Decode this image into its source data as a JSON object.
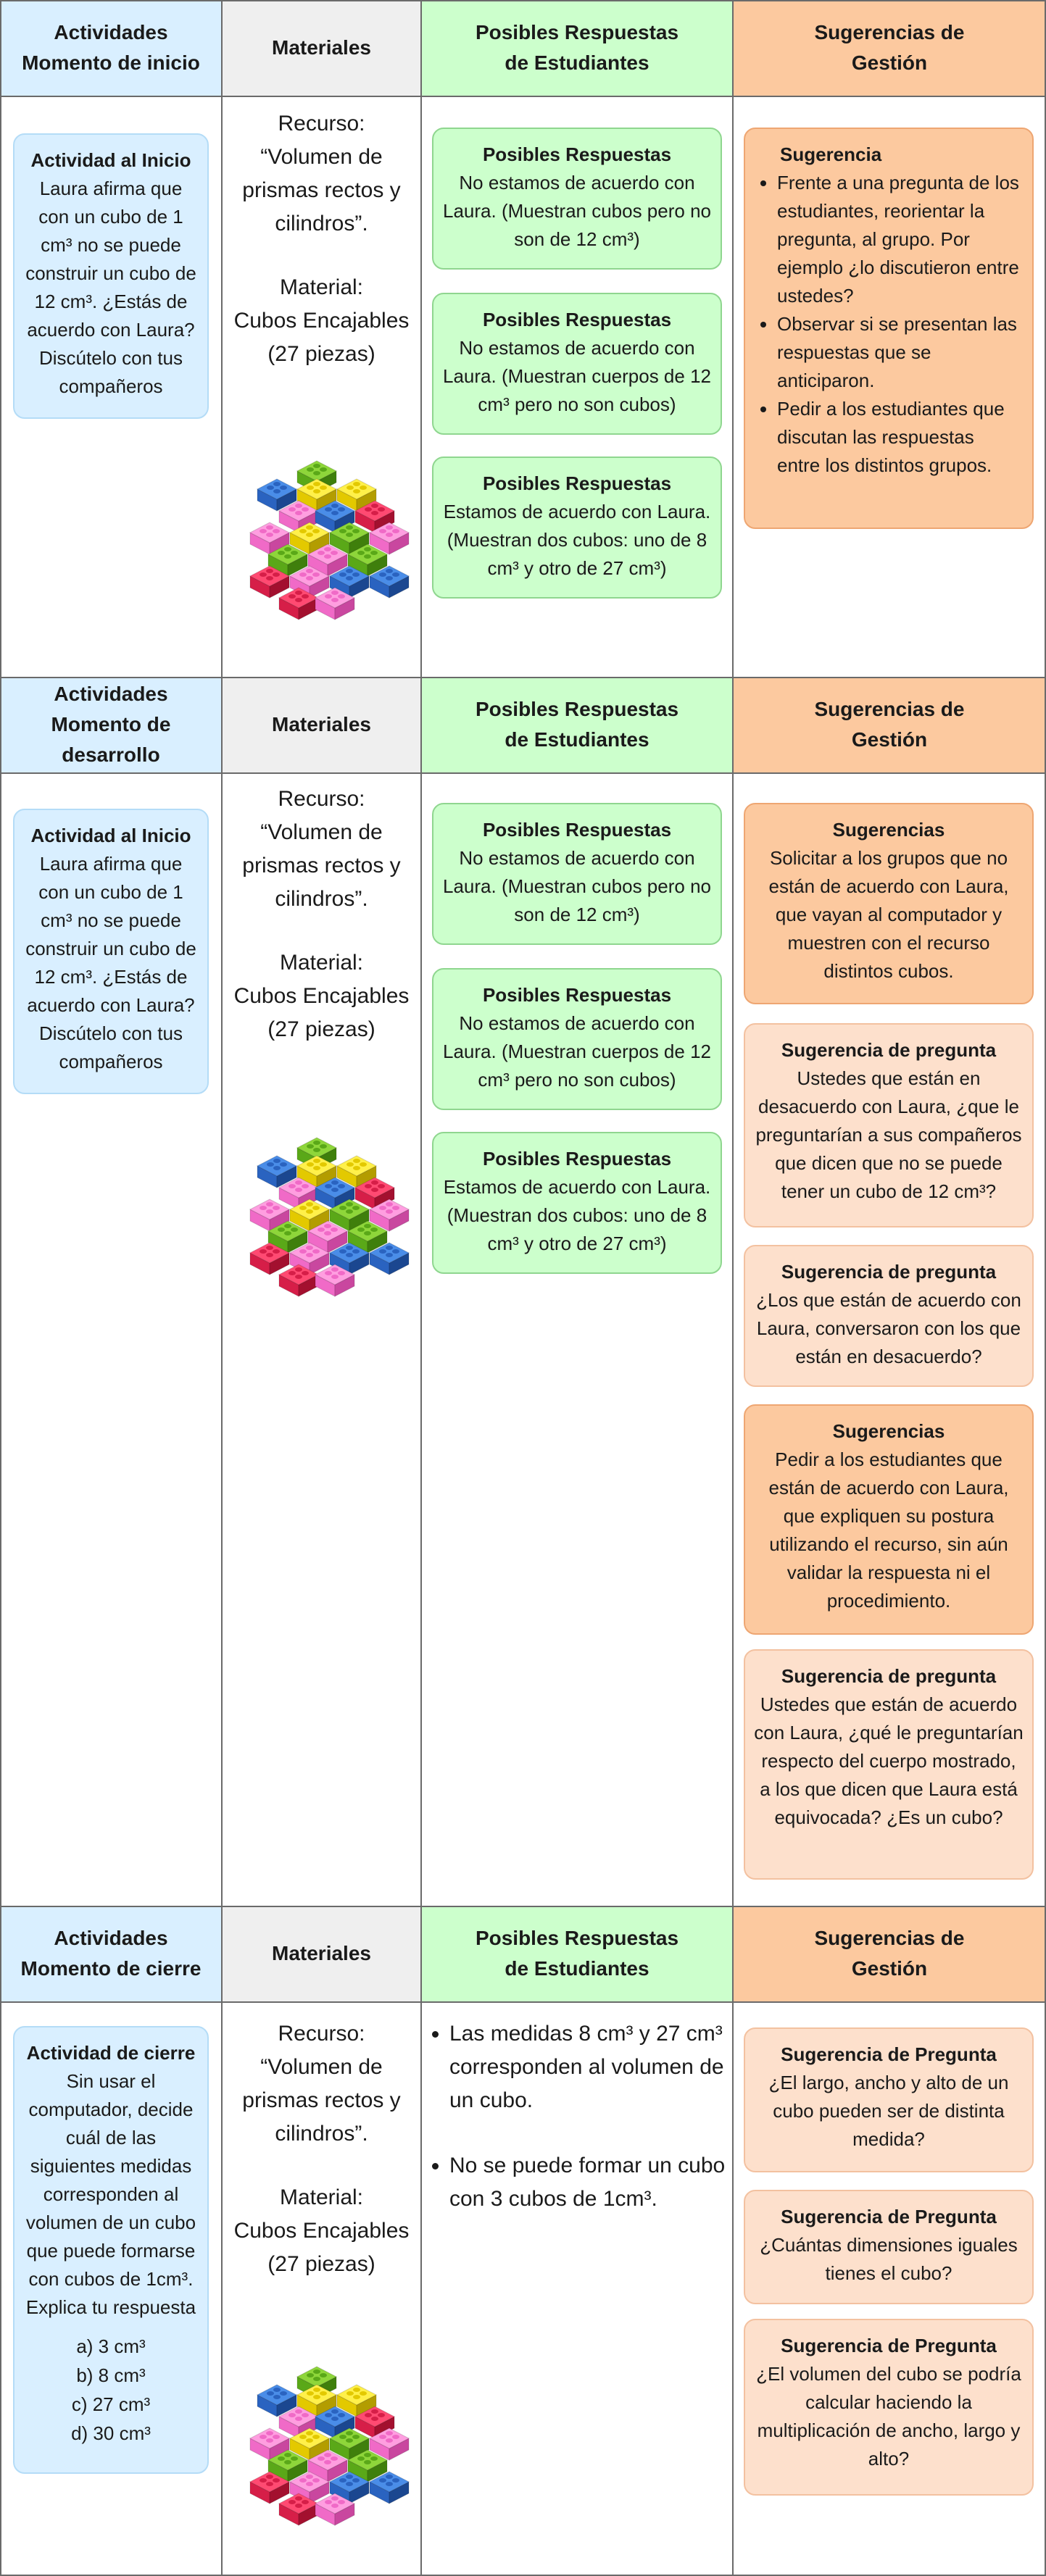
{
  "headers": {
    "inicio": "Actividades\nMomento de inicio",
    "desarrollo": "Actividades\nMomento de desarrollo",
    "cierre": "Actividades\nMomento de cierre",
    "materiales": "Materiales",
    "respuestas": "Posibles Respuestas de Estudiantes",
    "gestion": "Sugerencias de Gestión"
  },
  "inicio": {
    "actividad_title": "Actividad al Inicio",
    "actividad_text": "Laura afirma que con un cubo de 1 cm³ no se puede construir un cubo de 12 cm³. ¿Estás de acuerdo con Laura? Discútelo con tus compañeros",
    "respuestas": [
      {
        "title": "Posibles Respuestas",
        "text": "No estamos de acuerdo con Laura. (Muestran cubos pero no son de 12 cm³)"
      },
      {
        "title": "Posibles Respuestas",
        "text": "No estamos de acuerdo con Laura. (Muestran cuerpos de 12 cm³ pero no son cubos)"
      },
      {
        "title": "Posibles Respuestas",
        "text": "Estamos de acuerdo con Laura. (Muestran dos cubos: uno de 8 cm³ y otro de 27 cm³)"
      }
    ],
    "sugerencia_title": "Sugerencia",
    "sugerencia_items": [
      "Frente a  una pregunta de los estudiantes, reorientar la pregunta, al grupo. Por ejemplo ¿lo discutieron entre ustedes?",
      "Observar si se presentan las respuestas que se anticiparon.",
      "Pedir a los estudiantes que discutan las respuestas entre los distintos grupos."
    ]
  },
  "materiales": {
    "recurso_label": "Recurso:",
    "recurso_name": "“Volumen de prismas rectos y cilindros”.",
    "material_label": "Material:",
    "material_name": "Cubos Encajables (27  piezas)"
  },
  "desarrollo": {
    "actividad_title": "Actividad al Inicio",
    "actividad_text": "Laura afirma que con un cubo de 1 cm³ no se puede construir un cubo de 12 cm³. ¿Estás de acuerdo con Laura? Discútelo con tus compañeros",
    "respuestas": [
      {
        "title": "Posibles Respuestas",
        "text": "No estamos de acuerdo con Laura. (Muestran cubos pero no son de 12 cm³)"
      },
      {
        "title": "Posibles Respuestas",
        "text": "No estamos de acuerdo con Laura. (Muestran cuerpos de 12 cm³ pero no son cubos)"
      },
      {
        "title": "Posibles Respuestas",
        "text": "Estamos de acuerdo con Laura. (Muestran dos cubos: uno de 8 cm³ y otro de 27 cm³)"
      }
    ],
    "sugerencias": [
      {
        "title": "Sugerencias",
        "text": "Solicitar a los grupos que no están de acuerdo con Laura, que vayan al computador y muestren con el recurso distintos cubos."
      },
      {
        "title": "Sugerencia de pregunta",
        "text": "Ustedes que están en desacuerdo con Laura, ¿que le preguntarían a sus compañeros que dicen que no se puede tener un cubo de 12 cm³?"
      },
      {
        "title": "Sugerencia de pregunta",
        "text": "¿Los que están de acuerdo con Laura, conversaron con los que están en desacuerdo?"
      },
      {
        "title": "Sugerencias",
        "text": "Pedir a los estudiantes que están de acuerdo con Laura, que expliquen su postura utilizando el recurso, sin aún validar la respuesta ni el procedimiento."
      },
      {
        "title": "Sugerencia de pregunta",
        "text": "Ustedes que están de acuerdo con Laura, ¿qué le preguntarían respecto del cuerpo mostrado, a los que dicen que Laura está equivocada? ¿Es un cubo?"
      }
    ]
  },
  "cierre": {
    "actividad_title": "Actividad de cierre",
    "actividad_text": "Sin usar el computador, decide cuál de las siguientes medidas corresponden al volumen de un cubo que puede formarse con cubos de 1cm³. Explica tu respuesta",
    "opciones": [
      "a) 3 cm³",
      "b) 8 cm³",
      "c) 27 cm³",
      "d) 30 cm³"
    ],
    "respuestas": [
      "Las medidas 8 cm³ y 27 cm³ corresponden al volumen de un cubo.",
      "No se puede formar un cubo con 3 cubos de 1cm³."
    ],
    "sugerencias": [
      {
        "title": "Sugerencia de Pregunta",
        "text": "¿El largo, ancho y alto de un cubo pueden ser de distinta medida?"
      },
      {
        "title": "Sugerencia de Pregunta",
        "text": "¿Cuántas dimensiones iguales tienes el cubo?"
      },
      {
        "title": "Sugerencia de Pregunta",
        "text": "¿El volumen del cubo se podría calcular haciendo la multiplicación de ancho, largo y alto?"
      }
    ]
  },
  "colors": {
    "blue": "#d9efff",
    "gray": "#efefef",
    "green": "#ccffcc",
    "orange": "#fcc99f",
    "peach": "#fde0cc"
  },
  "icons": {
    "blocks": "lego-blocks-icon"
  }
}
